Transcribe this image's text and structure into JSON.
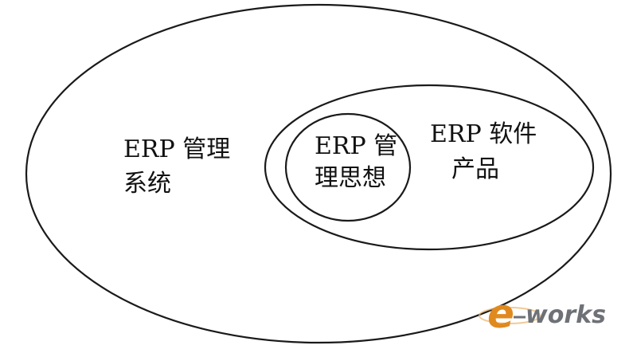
{
  "diagram": {
    "outer": {
      "line1": "ERP 管理",
      "line2": "系统"
    },
    "middle": {
      "line1": "ERP 软件",
      "line2": "产品"
    },
    "inner": {
      "line1": "ERP 管",
      "line2": "理思想"
    }
  },
  "watermark": {
    "e": "e",
    "rest": "works"
  },
  "colors": {
    "stroke": "#1a1a1a",
    "watermark_orange": "#e08a1e",
    "watermark_gray": "#6e7176"
  }
}
